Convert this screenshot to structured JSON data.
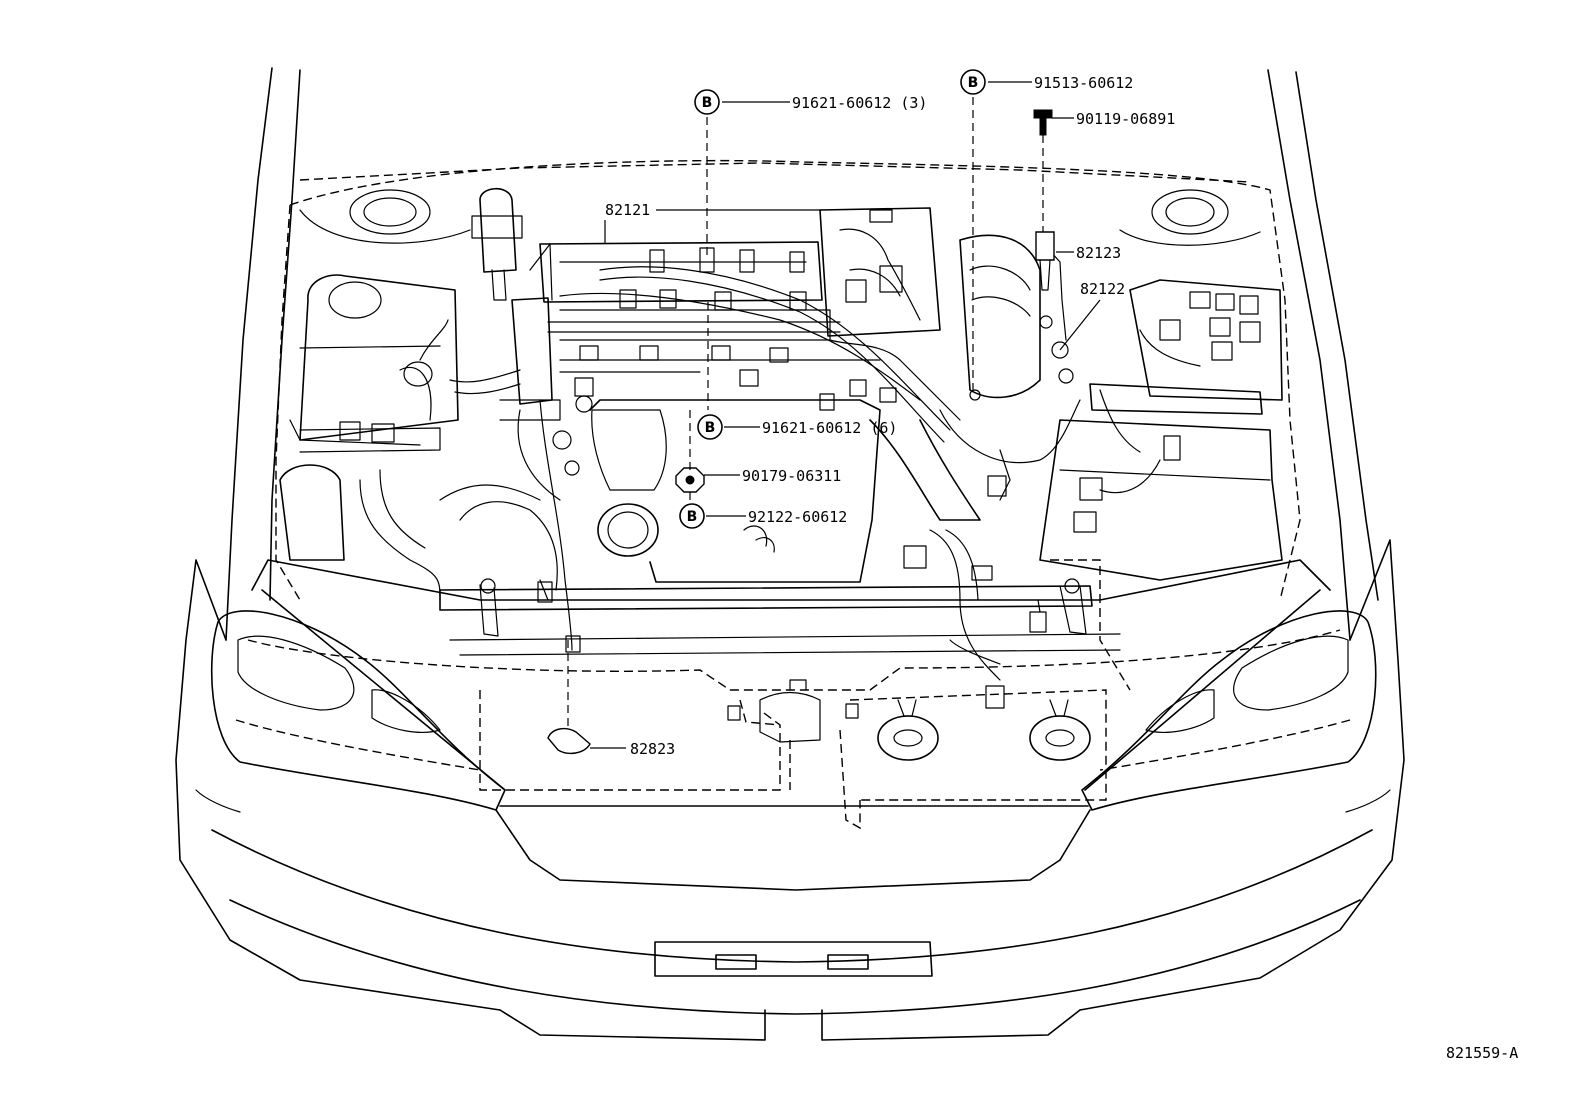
{
  "diagram_code": "821559-A",
  "badge_letter": "B",
  "callouts": {
    "p91513": "91513-60612",
    "p90119": "90119-06891",
    "p91621_top": "91621-60612 (3)",
    "p82121": "82121",
    "p82123": "82123",
    "p82122": "82122",
    "p91621_mid": "91621-60612 (6)",
    "p90179": "90179-06311",
    "p92122": "92122-60612",
    "p82823": "82823"
  }
}
